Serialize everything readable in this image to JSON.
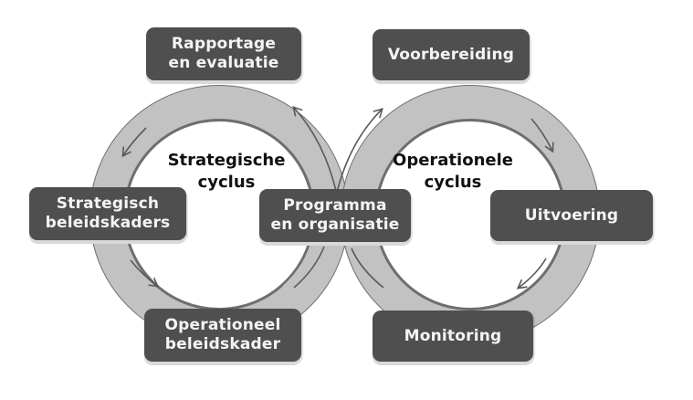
{
  "colors": {
    "ring_fill": "#c2c2c2",
    "ring_shadow": "#6e6e6e",
    "box_fill": "#4f4f4f",
    "box_text": "#f4f4f4",
    "arrow": "#5a5a5a",
    "label_text": "#111111",
    "background": "#ffffff"
  },
  "cycles": {
    "strategic": {
      "line1": "Strategische",
      "line2": "cyclus"
    },
    "operational": {
      "line1": "Operationele",
      "line2": "cyclus"
    }
  },
  "boxes": {
    "rapportage": {
      "line1": "Rapportage",
      "line2": "en evaluatie"
    },
    "voorbereiding": {
      "line1": "Voorbereiding"
    },
    "strategisch": {
      "line1": "Strategisch",
      "line2": "beleidskaders"
    },
    "programma": {
      "line1": "Programma",
      "line2": "en organisatie"
    },
    "uitvoering": {
      "line1": "Uitvoering"
    },
    "operationeel": {
      "line1": "Operationeel",
      "line2": "beleidskader"
    },
    "monitoring": {
      "line1": "Monitoring"
    }
  }
}
